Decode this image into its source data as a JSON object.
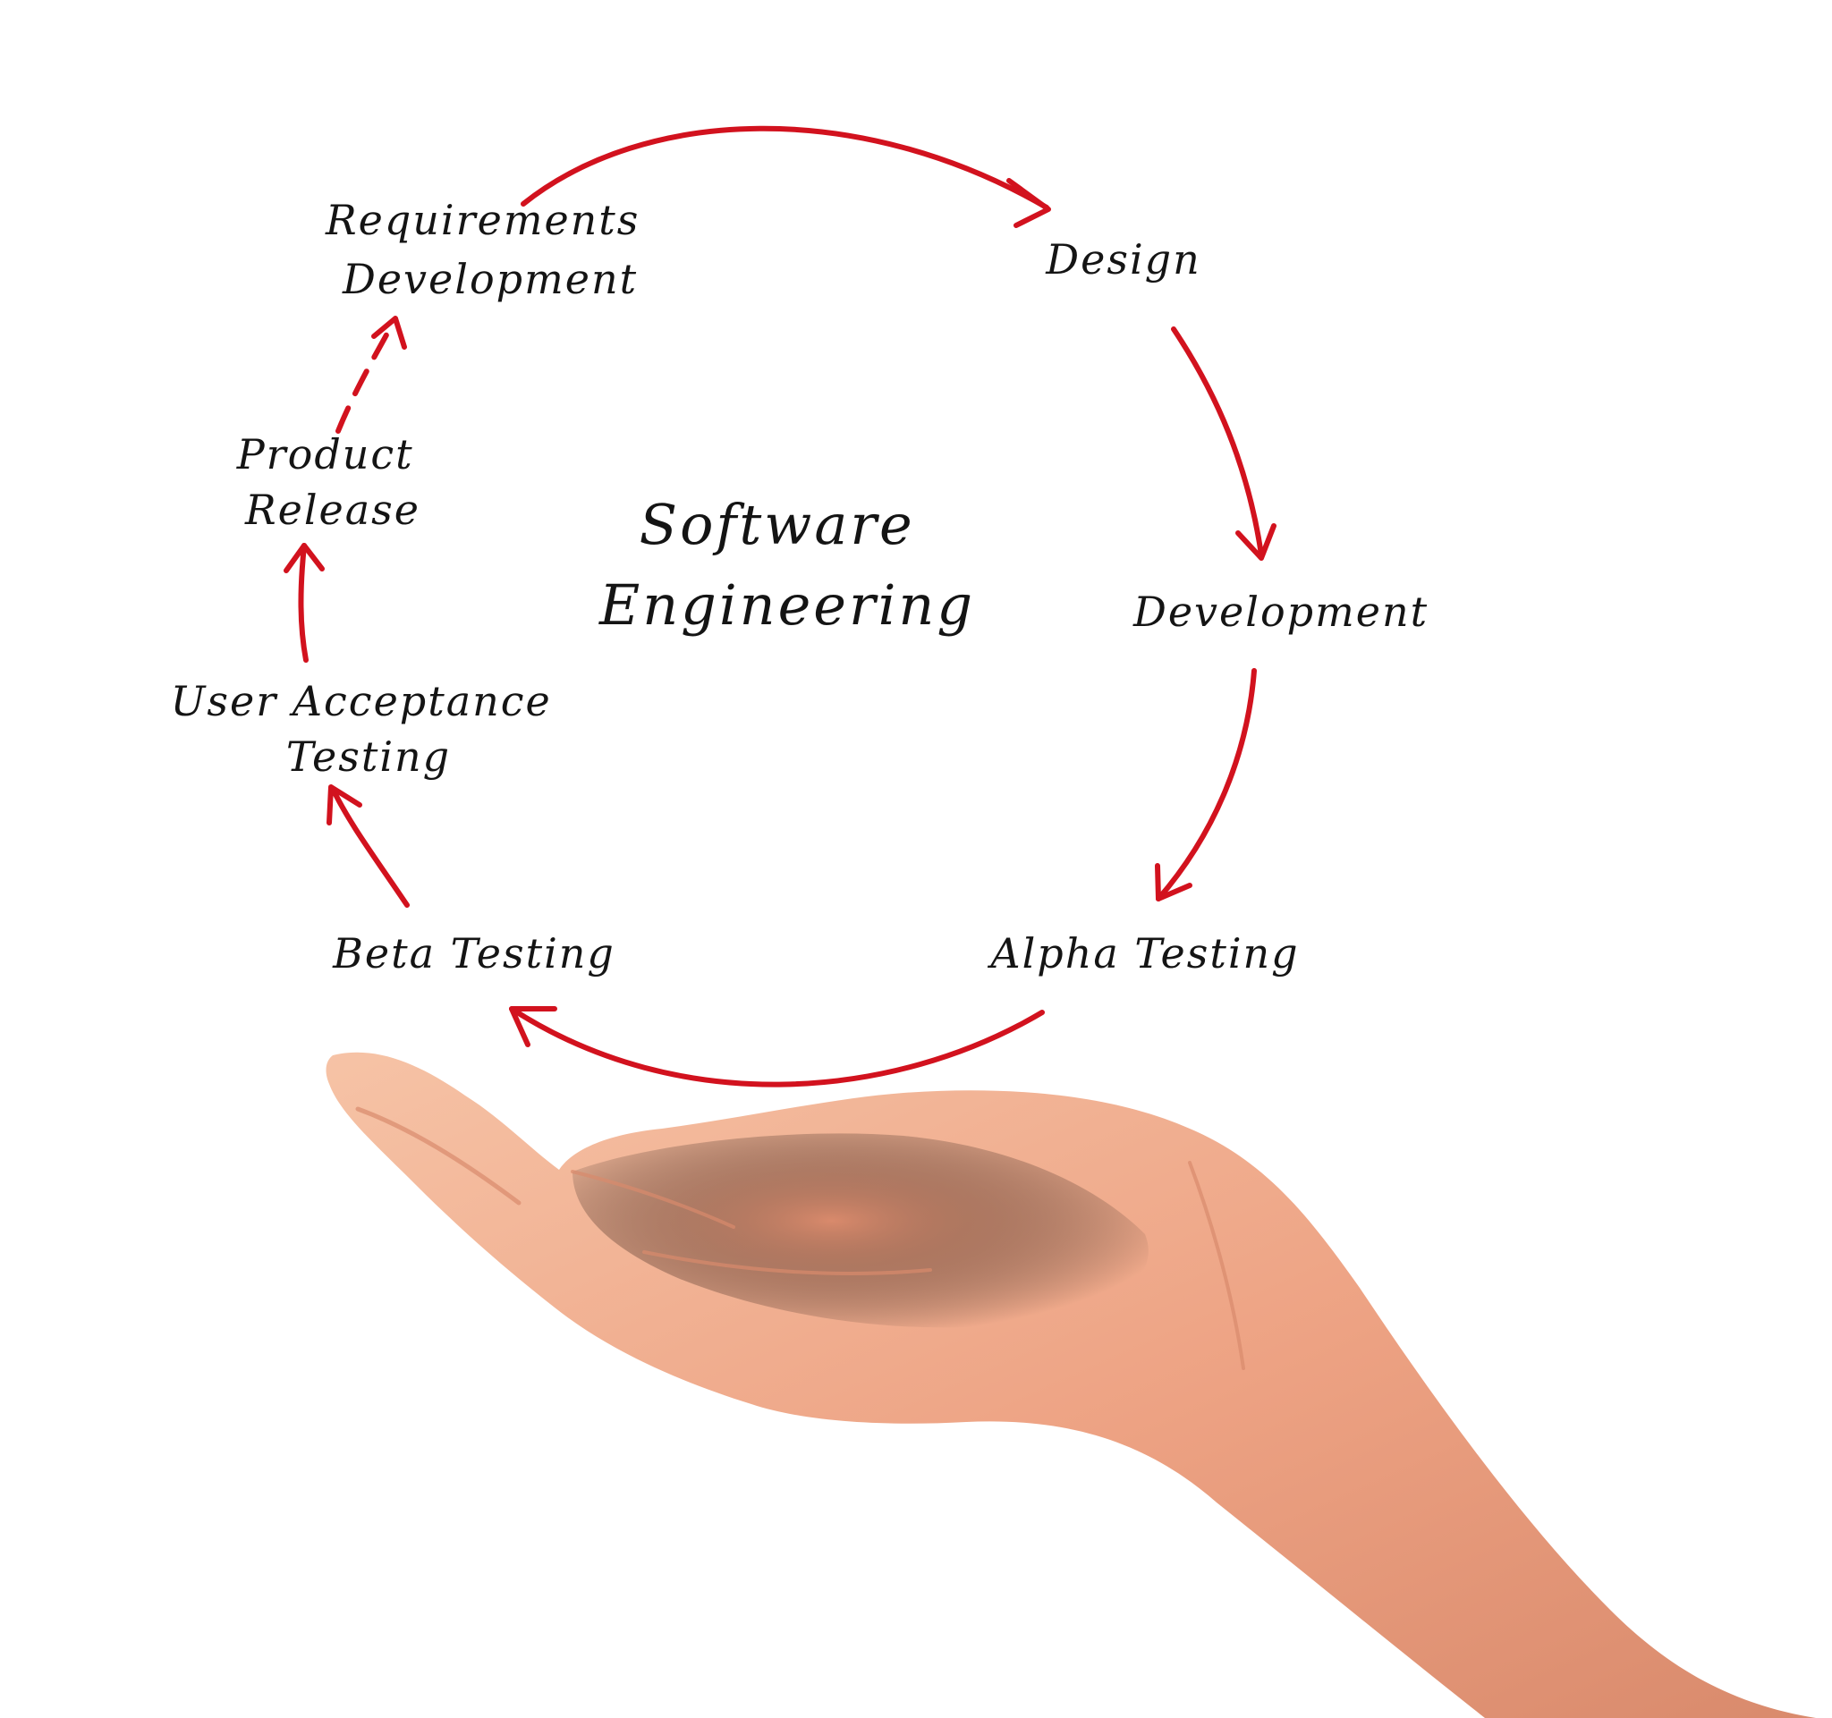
{
  "diagram": {
    "center_title": [
      "Software",
      "Engineering"
    ],
    "nodes": [
      {
        "id": "requirements",
        "lines": [
          "Requirements",
          "Development"
        ]
      },
      {
        "id": "design",
        "lines": [
          "Design"
        ]
      },
      {
        "id": "development",
        "lines": [
          "Development"
        ]
      },
      {
        "id": "alpha",
        "lines": [
          "Alpha Testing"
        ]
      },
      {
        "id": "beta",
        "lines": [
          "Beta Testing"
        ]
      },
      {
        "id": "uat",
        "lines": [
          "User Acceptance",
          "Testing"
        ]
      },
      {
        "id": "release",
        "lines": [
          "Product",
          "Release"
        ]
      }
    ],
    "edges": [
      {
        "from": "requirements",
        "to": "design",
        "style": "solid"
      },
      {
        "from": "design",
        "to": "development",
        "style": "solid"
      },
      {
        "from": "development",
        "to": "alpha",
        "style": "solid"
      },
      {
        "from": "alpha",
        "to": "beta",
        "style": "solid"
      },
      {
        "from": "beta",
        "to": "uat",
        "style": "solid"
      },
      {
        "from": "uat",
        "to": "release",
        "style": "solid"
      },
      {
        "from": "release",
        "to": "requirements",
        "style": "dashed"
      }
    ],
    "colors": {
      "arrow": "#d2121e",
      "text": "#141414",
      "skin_light": "#f6c3a6",
      "skin_mid": "#eda283",
      "skin_dark": "#d98a6c"
    },
    "illustration": "open-palm-hand"
  }
}
